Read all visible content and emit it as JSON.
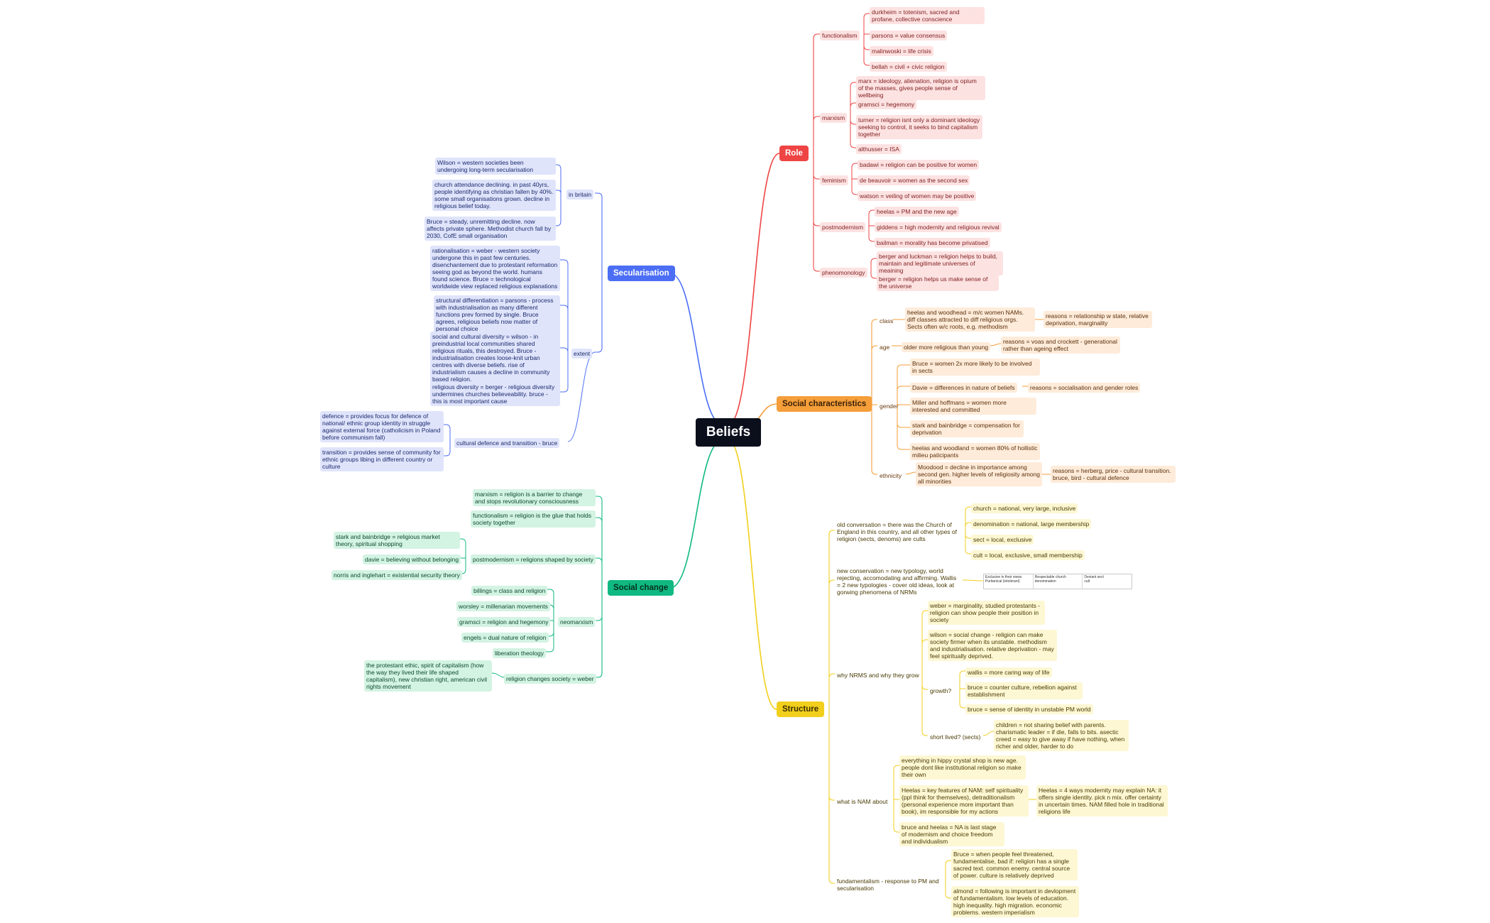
{
  "root": {
    "label": "Beliefs"
  },
  "colors": {
    "role": "#ef4444",
    "social": "#f59e3a",
    "structure": "#f2cf1c",
    "secularisation": "#4c6ef5",
    "social_change": "#10b981",
    "root": "#0b0f1c"
  },
  "role": {
    "label": "Role",
    "functionalism": {
      "label": "functionalism",
      "items": [
        "durkheim = totenism, sacred and profane, collective conscience",
        "parsons = value consensus",
        "malinwoski = life crisis",
        "bellah = civil + civic religion"
      ]
    },
    "marxism": {
      "label": "marxism",
      "items": [
        "marx = ideology, alienation, religion is opium of the masses, gives people sense of wellbeing",
        "gramsci = hegemony",
        "turner = religion isnt only a dominant ideology seeking to control, it seeks to bind capitalism together",
        "althusser = ISA"
      ]
    },
    "feminism": {
      "label": "feminism",
      "items": [
        "badawi = religion can be positive for women",
        "de beauvoir = women as the second sex",
        "watson = veiling of women may be positive"
      ]
    },
    "postmodernism": {
      "label": "postmodernism",
      "items": [
        "heelas = PM and the new age",
        "giddens = high modernity and religious revival",
        "bailman = morality has become privatised"
      ]
    },
    "phenomonology": {
      "label": "phenomonology",
      "items": [
        "berger and luckman = religion helps to build, maintain and legitimate universes of meaining",
        "berger = religion helps us make sense of the universe"
      ]
    }
  },
  "social": {
    "label": "Social characteristics",
    "class": {
      "label": "class",
      "item": "heelas and woodhead = m/c women NAMs. diff classes attracted to diff religious orgs. Sects often w/c roots, e.g. methodism",
      "reason": "reasons = relationship w state, relative deprivation, marginality"
    },
    "age": {
      "label": "age",
      "item": "older more religious than young",
      "reason": "reasons = voas and crockett - generational rather than ageing effect"
    },
    "gender": {
      "label": "gender",
      "items": [
        "Bruce = women 2x more likely to be involved in sects",
        "Davie = differences in nature of beliefs",
        "Miller and hoffmans = women more interested and committed",
        "stark and bainbridge = compensation for deprivation",
        "heelas and woodland = women 80% of hollistic milieu paticipants"
      ],
      "reason": "reasons = socialisation and gender roles"
    },
    "ethnicity": {
      "label": "ethnicity",
      "item": "Moodood = decline in importance among second gen. higher levels of religiosity among all minorities",
      "reason": "reasons = herberg, price - cultural transition. bruce, bird - cultural defence"
    }
  },
  "structure": {
    "label": "Structure",
    "old": {
      "label": "old conversation = there was the Church of England in this country, and all other types of religion (sects, denoms) are cults",
      "items": [
        "church = national, very large, inclusive",
        "denomination = national, large membership",
        "sect = local, exclusive",
        "cult = local, exclusive, small membership"
      ]
    },
    "new": {
      "label": "new conservation = new typology, world rejecting, accomodating and affirming. Wallis = 2 new typologies - cover old ideas, look at gorwing phenomena of NRMs",
      "table": [
        "Exclusive in their views\nPuritanical (intolerant)",
        "Respectable church\ndenomination",
        "Deviant sect\ncult"
      ]
    },
    "nrms": {
      "label": "why NRMS and why they grow",
      "items": [
        "weber = marginality, studied protestants - religion can show people their position in society",
        "wilson = social change - religion can make society firmer when its unstable. methodism and industrialisation. relative deprivation - may feel spiritually deprived."
      ],
      "growth": {
        "label": "growth?",
        "items": [
          "wallis = more caring way of life",
          "bruce = counter culture, rebellion against establishment",
          "bruce = sense of identity in unstable PM world"
        ]
      },
      "short": {
        "label": "short lived? (sects)",
        "item": "children = not sharing belief with parents. charismatic leader = if die, falls to bits. asectic creed = easy to give away if have nothing, when richer and older, harder to do"
      }
    },
    "nam": {
      "label": "what is NAM about",
      "items": [
        "everything in hippy crystal shop is new age. people dont like institutional religion so make their own",
        "Heelas = key features of NAM: self spirituality (ppl think for themselves), detraditionalism (personal experience more important than book), im responsible for my actions",
        "bruce and heelas = NA is last stage of modernism and choice freedom and individualism"
      ],
      "extra": "Heelas = 4 ways modernity may explain NA: it offers single identity. pick n mix. offer certainty in uncertain times. NAM filled hole in traditional religions life"
    },
    "fund": {
      "label": "fundamentalism - response to PM and secularisation",
      "items": [
        "Bruce = when people feel threatened, fundamentalise, bad if: religion has a single sacred text. common enemy. central source of power. culture is relatively deprived",
        "almond = following is important in devlopment of fundamentalism. low levels of education. high inequality. high migration. economic problems. western imperialism"
      ]
    }
  },
  "secularisation": {
    "label": "Secularisation",
    "britain": {
      "label": "in britain",
      "items": [
        "Wilson = western societies been undergoing long-term secularisation",
        "church attendance declining. in past 40yrs, people identifying as christian fallen by 40%. some small organisations grown. decline in religious belief today.",
        "Bruce = steady, unremitting decline. now affects private sphere. Methodist church fall by 2030, CofE small organisation"
      ]
    },
    "extent": {
      "label": "extent",
      "items": [
        "rationalisation = weber - western society undergone this in past few centuries. disenchantement due to protestant reformation seeing god as beyond the world. humans found science. Bruce = technological worldwide view replaced religious explanations",
        "structural differentiation = parsons - process with industrialisation as many different functions prev formed by single. Bruce agrees, religious beliefs now matter of personal choice",
        "social and cultural diversity = wilson - in preindustrial local communities shared religious rituals, this destroyed. Bruce - industrialisation creates loose-knit urban centres with diverse beliefs. rise of industrialism causes a decline in community based religion.",
        "religious diversity = berger - religious diversity undermines churches believeability. bruce - this is most important cause"
      ]
    },
    "cultural": {
      "label": "cultural defence and transition - bruce",
      "items": [
        "defence = provides focus for defence of national/ ethnic group identity in struggle against external force (catholicism in Poland before communism fall)",
        "transition = provides sense of community for ethnic groups libing in different country or culture"
      ]
    }
  },
  "social_change": {
    "label": "Social change",
    "items": [
      "marxism = religion is a barrier to change and stops revolutionary consciousness",
      "functionalism = religion is the glue that holds society together"
    ],
    "postmodernism": {
      "label": "postmodernism = religions shaped by society",
      "items": [
        "stark and bainbridge = religious market theory, spiritual shopping",
        "davie = believing without belonging",
        "norris and inglehart = existential security theory"
      ]
    },
    "neomarxism": {
      "label": "neomarxism",
      "items": [
        "billings = class and religion",
        "worsley = millenarian movements",
        "gramsci = religion and hegemony",
        "engels = dual nature of religion",
        "liberation theology"
      ]
    },
    "weber": {
      "label": "religion changes society = weber",
      "item": "the protestant ethic, spirit of capitalism (how the way they lived their life shaped capitalism), new christian right, american civil rights movement"
    }
  }
}
